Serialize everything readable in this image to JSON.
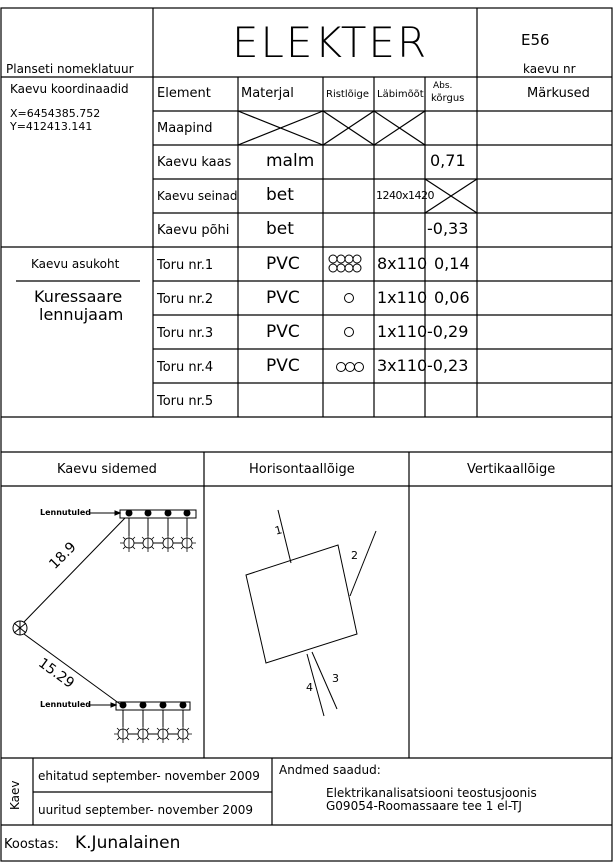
{
  "header": {
    "title": "ELEKTER",
    "nomenclature_label": "Planseti nomeklatuur",
    "well_id": "E56",
    "well_nr_label": "kaevu nr"
  },
  "coords": {
    "label": "Kaevu koordinaadid",
    "x": "X=6454385.752",
    "y": "Y=412413.141"
  },
  "location": {
    "label": "Kaevu asukoht",
    "line1": "Kuressaare",
    "line2": "lennujaam"
  },
  "table": {
    "headers": {
      "element": "Element",
      "material": "Materjal",
      "cross": "Ristlõige",
      "diameter": "Läbimõõt",
      "abs_top": "Abs.",
      "abs_bottom": "kõrgus",
      "notes": "Märkused"
    },
    "rows": [
      {
        "element": "Maapind",
        "material": "",
        "cross": "",
        "diameter": "",
        "abs": "",
        "crossed": true
      },
      {
        "element": "Kaevu kaas",
        "material": "malm",
        "cross": "",
        "diameter": "",
        "abs": "0,71"
      },
      {
        "element": "Kaevu seinad",
        "material": "bet",
        "cross": "",
        "diameter": "1240x1420",
        "abs": "",
        "abs_crossed": true
      },
      {
        "element": "Kaevu põhi",
        "material": "bet",
        "cross": "",
        "diameter": "",
        "abs": "-0,33"
      },
      {
        "element": "Toru nr.1",
        "material": "PVC",
        "cross": "8 pipes",
        "diameter": "8x110",
        "abs": "0,14"
      },
      {
        "element": "Toru nr.2",
        "material": "PVC",
        "cross": "1 pipe",
        "diameter": "1x110",
        "abs": "0,06"
      },
      {
        "element": "Toru nr.3",
        "material": "PVC",
        "cross": "1 pipe",
        "diameter": "1x110",
        "abs": "-0,29"
      },
      {
        "element": "Toru nr.4",
        "material": "PVC",
        "cross": "3 pipes",
        "diameter": "3x110",
        "abs": "-0,23"
      },
      {
        "element": "Toru nr.5",
        "material": "",
        "cross": "",
        "diameter": "",
        "abs": ""
      }
    ]
  },
  "sections": {
    "connections": "Kaevu sidemed",
    "horizontal": "Horisontaallõige",
    "vertical": "Vertikaallõige"
  },
  "diagram": {
    "light_label_top": "Lennutuled",
    "light_label_bottom": "Lennutuled",
    "dist_upper": "18.9",
    "dist_lower": "15.29",
    "pipe_labels": [
      "1",
      "2",
      "3",
      "4"
    ]
  },
  "footer": {
    "kaev_label": "Kaev",
    "built": "ehitatud september- november 2009",
    "surveyed": "uuritud september- november 2009",
    "source_label": "Andmed saadud:",
    "source_line1": "Elektrikanalisatsiooni teostusjoonis",
    "source_line2": "G09054-Roomassaare tee 1 el-TJ",
    "author_label": "Koostas:",
    "author": "K.Junalainen"
  }
}
